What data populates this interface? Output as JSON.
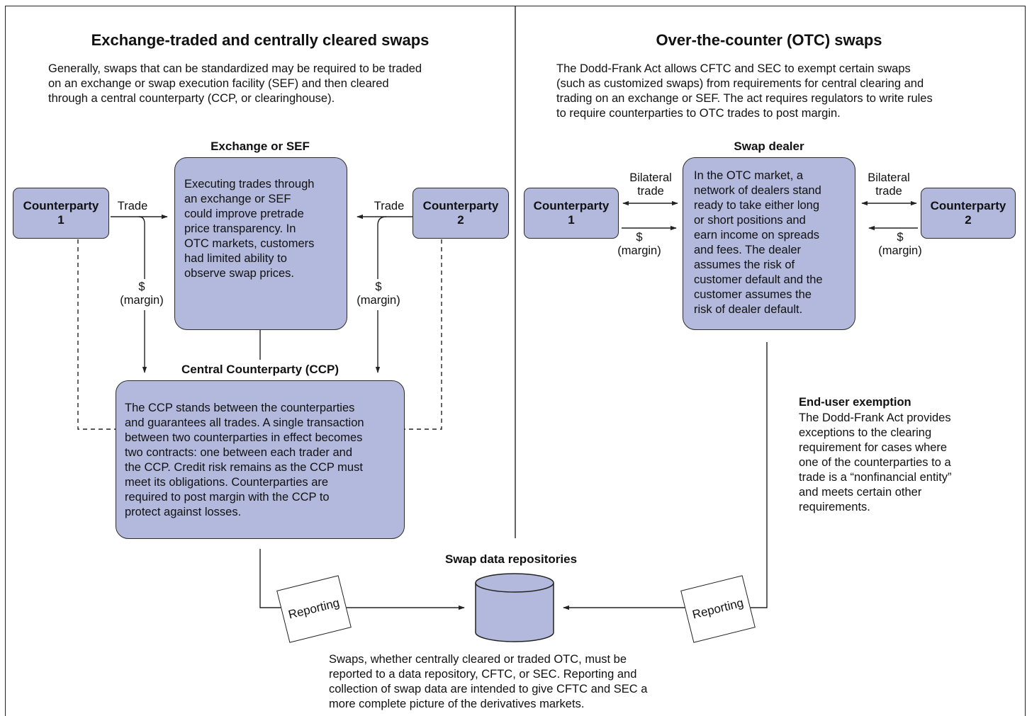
{
  "left_panel": {
    "title": "Exchange-traded and centrally cleared swaps",
    "intro": "Generally, swaps that can be standardized may be required to be traded\non an exchange or swap execution facility (SEF) and then cleared\nthrough a central counterparty (CCP, or clearinghouse).",
    "exchange_heading": "Exchange or SEF",
    "exchange_text": "Executing trades through\nan exchange or SEF\ncould improve pretrade\nprice transparency. In\nOTC markets, customers\nhad limited ability to\nobserve swap prices.",
    "counterparty_1": "Counterparty\n1",
    "counterparty_2": "Counterparty\n2",
    "trade_label": "Trade",
    "margin_label": "$\n(margin)",
    "ccp_heading": "Central Counterparty (CCP)",
    "ccp_text": "The CCP stands between the counterparties\nand guarantees all trades. A single transaction\nbetween two counterparties in effect becomes\ntwo contracts: one between each trader and\nthe CCP. Credit risk remains as the CCP must\nmeet its obligations. Counterparties are\nrequired to post margin with the CCP to\nprotect against losses."
  },
  "right_panel": {
    "title": "Over-the-counter (OTC) swaps",
    "intro": "The Dodd-Frank Act allows CFTC and SEC to exempt certain swaps\n(such as customized swaps) from requirements for central clearing and\ntrading on an exchange or SEF. The act requires regulators to write rules\nto require counterparties to OTC trades to post margin.",
    "dealer_heading": "Swap dealer",
    "dealer_text": "In the OTC market, a\nnetwork of dealers stand\nready to take either long\nor short positions and\nearn income on spreads\nand fees. The dealer\nassumes the risk of\ncustomer default and the\ncustomer assumes the\nrisk of dealer default.",
    "counterparty_1": "Counterparty\n1",
    "counterparty_2": "Counterparty\n2",
    "bilateral_label": "Bilateral\ntrade",
    "margin_label": "$\n(margin)",
    "exemption_heading": "End-user exemption",
    "exemption_text": "The Dodd-Frank Act provides\nexceptions to the clearing\nrequirement for cases where\none of the counterparties to a\ntrade is a “nonfinancial entity”\nand meets certain other\nrequirements."
  },
  "repository": {
    "heading": "Swap data repositories",
    "reporting_label": "Reporting",
    "caption": "Swaps, whether centrally cleared or traded OTC, must be\nreported to a data repository, CFTC, or SEC. Reporting and\ncollection of swap data are intended to give CFTC and SEC a\nmore complete picture of the derivatives markets."
  },
  "colors": {
    "box_fill": "#b3b9dc",
    "line": "#222222"
  }
}
